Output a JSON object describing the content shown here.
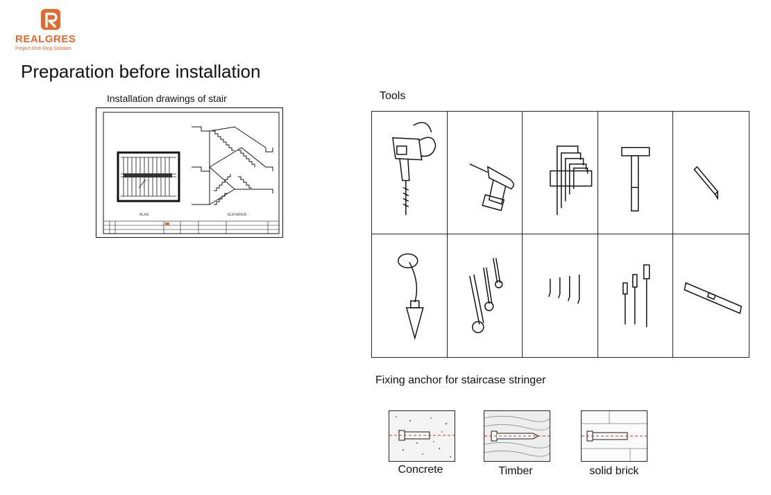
{
  "brand": {
    "name": "REALGRES",
    "tagline": "Project One-Stop Solution",
    "color": "#e8672a",
    "logo_icon": "realgres-logo-icon"
  },
  "page": {
    "title": "Preparation before installation"
  },
  "stair_drawing": {
    "caption": "Installation drawings of stair",
    "plan_label": "PLAN",
    "elevation_label": "ELEVATION"
  },
  "tools": {
    "caption": "Tools",
    "items": [
      "hammer-drill-icon",
      "cordless-drill-icon",
      "hex-key-set-icon",
      "hammer-icon",
      "marker-pen-icon",
      "plumb-bob-icon",
      "wrenches-icon",
      "small-drill-bits-icon",
      "masonry-drill-bits-icon",
      "spirit-level-icon"
    ]
  },
  "anchors": {
    "caption": "Fixing anchor for staircase stringer",
    "items": [
      {
        "label": "Concrete",
        "icon": "concrete-anchor-icon"
      },
      {
        "label": "Timber",
        "icon": "timber-screw-icon"
      },
      {
        "label": "solid brick",
        "icon": "brick-anchor-icon"
      }
    ]
  }
}
